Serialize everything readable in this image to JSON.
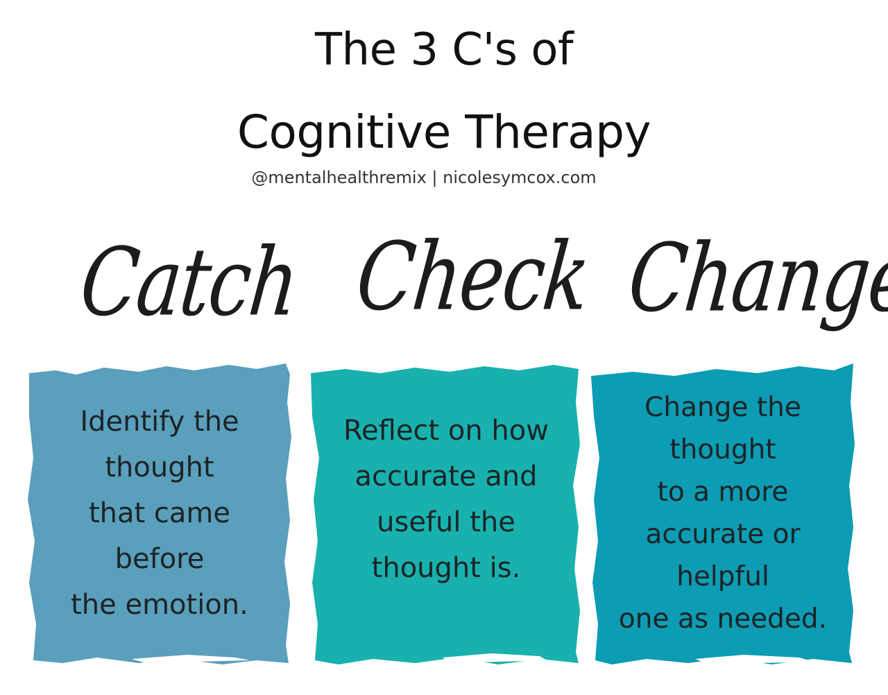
{
  "title_line1": "The 3 C's of",
  "title_line2": "Cognitive Therapy",
  "subtitle": "@mentalhealthremix | nicolesymcox.com",
  "steps": [
    {
      "heading": "Catch",
      "description": "Identify the\nthought\nthat came\nbefore\nthe emotion.",
      "color": "#5a9fbb"
    },
    {
      "heading": "Check",
      "description": "Reflect on how\naccurate and\nuseful the\nthought is.",
      "color": "#18b1ad"
    },
    {
      "heading": "Change",
      "description": "Change the\nthought\nto a more\naccurate or\nhelpful\none as needed.",
      "color": "#0c9cb3"
    }
  ]
}
